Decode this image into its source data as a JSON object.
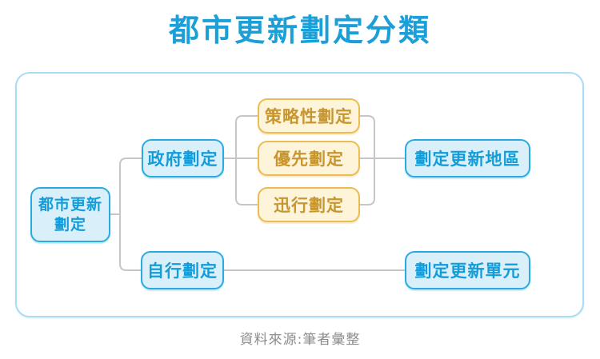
{
  "title": "都市更新劃定分類",
  "caption": "資料來源:筆者彙整",
  "nodes": {
    "root": {
      "label": "都市更新劃定",
      "line1": "都市更新",
      "line2": "劃定"
    },
    "gov": {
      "label": "政府劃定"
    },
    "self": {
      "label": "自行劃定"
    },
    "strategic": {
      "label": "策略性劃定"
    },
    "priority": {
      "label": "優先劃定"
    },
    "rapid": {
      "label": "迅行劃定"
    },
    "area": {
      "label": "劃定更新地區"
    },
    "unit": {
      "label": "劃定更新單元"
    }
  },
  "edges": [
    {
      "from": "都市更新劃定",
      "to": "政府劃定"
    },
    {
      "from": "都市更新劃定",
      "to": "自行劃定"
    },
    {
      "from": "政府劃定",
      "to": "策略性劃定"
    },
    {
      "from": "政府劃定",
      "to": "優先劃定"
    },
    {
      "from": "政府劃定",
      "to": "迅行劃定"
    },
    {
      "from": "策略性劃定",
      "to": "劃定更新地區"
    },
    {
      "from": "優先劃定",
      "to": "劃定更新地區"
    },
    {
      "from": "迅行劃定",
      "to": "劃定更新地區"
    },
    {
      "from": "自行劃定",
      "to": "劃定更新單元"
    }
  ],
  "colors": {
    "title_text": "#1B9FD8",
    "blue_node_border": "#29ABE2",
    "blue_node_fill": "#D9F0FB",
    "blue_node_text": "#149CD8",
    "yellow_node_border": "#EABC52",
    "yellow_node_fill": "#FDF4DA",
    "yellow_node_text": "#C8962E",
    "connector_line": "#C6C6C6",
    "frame_border": "#A9DCF4",
    "caption_text": "#8C8C8C"
  }
}
